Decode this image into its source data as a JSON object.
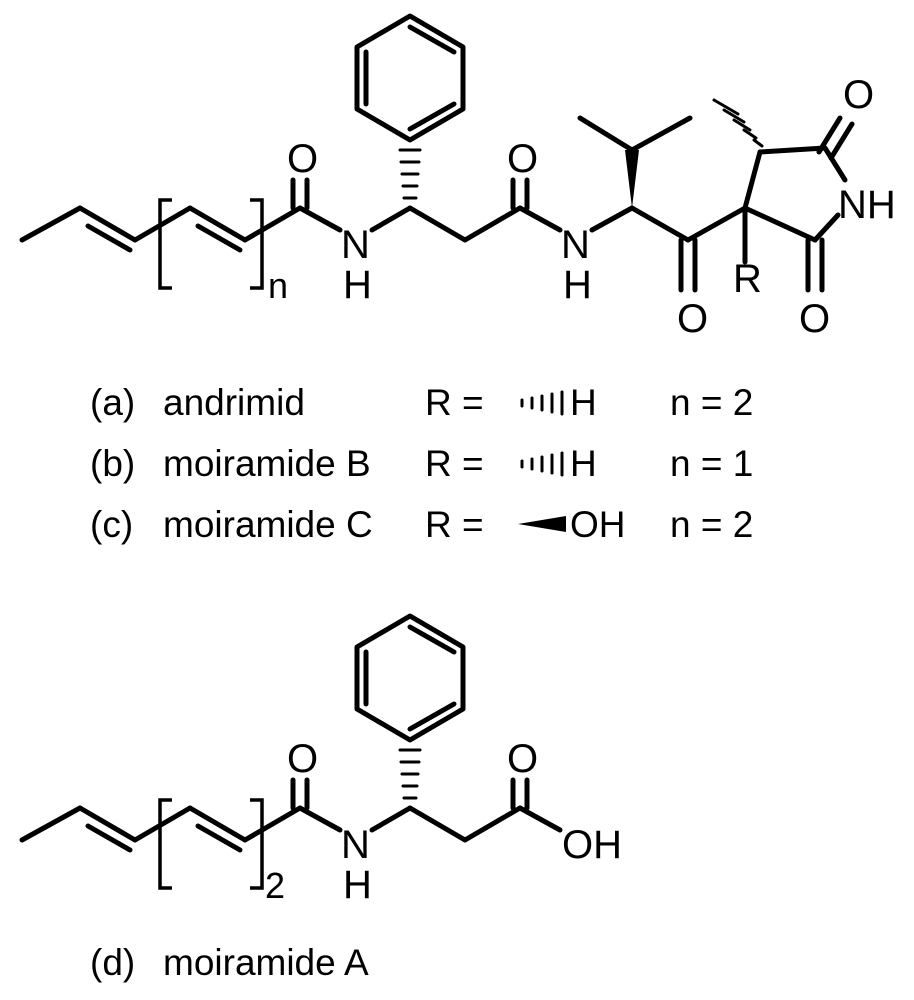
{
  "structure_top": {
    "atoms": {
      "o_amide1": "O",
      "n_amide1": "N",
      "h_amide1": "H",
      "o_amide2": "O",
      "n_amide2": "N",
      "h_amide2": "H",
      "o_ketone": "O",
      "r_group": "R",
      "o_imide_top": "O",
      "nh_imide": "NH",
      "o_imide_bottom": "O"
    },
    "repeat_subscript": "n"
  },
  "legend": {
    "rows": [
      {
        "label": "(a)",
        "name": "andrimid",
        "r_prefix": "R =",
        "r_value": "H",
        "r_bond": "hashed",
        "n_value": "n = 2"
      },
      {
        "label": "(b)",
        "name": "moiramide B",
        "r_prefix": "R =",
        "r_value": "H",
        "r_bond": "hashed",
        "n_value": "n = 1"
      },
      {
        "label": "(c)",
        "name": "moiramide C",
        "r_prefix": "R =",
        "r_value": "OH",
        "r_bond": "wedge",
        "n_value": "n = 2"
      }
    ]
  },
  "structure_bottom": {
    "atoms": {
      "o_amide": "O",
      "n_amide": "N",
      "h_amide": "H",
      "o_acid": "O",
      "oh_acid": "OH"
    },
    "repeat_subscript": "2",
    "caption_label": "(d)",
    "caption_name": "moiramide A"
  }
}
